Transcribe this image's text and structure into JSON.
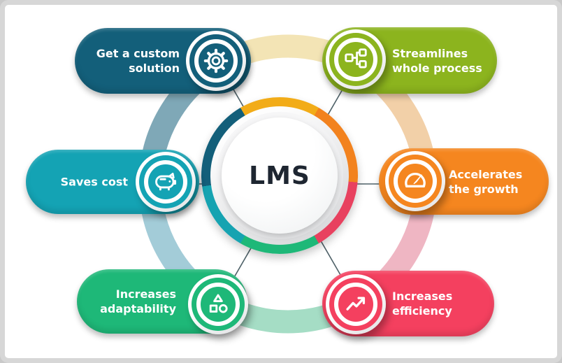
{
  "frame": {
    "background": "#ffffff",
    "border_color": "#d7d7d7"
  },
  "center": {
    "label": "LMS",
    "text_color": "#1e2631"
  },
  "ring_segments": [
    {
      "name": "gold",
      "color": "#f2ac18"
    },
    {
      "name": "orange",
      "color": "#f2821e"
    },
    {
      "name": "red",
      "color": "#e8415f"
    },
    {
      "name": "green",
      "color": "#1eb878"
    },
    {
      "name": "teal",
      "color": "#16a3b1"
    },
    {
      "name": "dark-teal",
      "color": "#135f7a"
    }
  ],
  "connectors": [
    {
      "position": "top",
      "color": "#f3e4b5"
    },
    {
      "position": "upper-right",
      "color": "#f2d0a8"
    },
    {
      "position": "lower-right",
      "color": "#efb6c3"
    },
    {
      "position": "bottom",
      "color": "#a5ddc5"
    },
    {
      "position": "lower-left",
      "color": "#a3ccd8"
    },
    {
      "position": "upper-left",
      "color": "#7fa8b7"
    }
  ],
  "items": [
    {
      "label": "Get a custom solution",
      "color": "#135f7a",
      "icon": "gear-icon",
      "position": "top-left"
    },
    {
      "label": "Streamlines whole process",
      "color": "#8cb41e",
      "icon": "flowchart-icon",
      "position": "top-right"
    },
    {
      "label": "Saves cost",
      "color": "#14a3b4",
      "icon": "piggy-bank-icon",
      "position": "middle-left"
    },
    {
      "label": "Accelerates the growth",
      "color": "#f5861f",
      "icon": "speedometer-icon",
      "position": "middle-right"
    },
    {
      "label": "Increases adaptability",
      "color": "#1eb878",
      "icon": "shapes-icon",
      "position": "bottom-left"
    },
    {
      "label": "Increases efficiency",
      "color": "#f4405f",
      "icon": "trend-up-icon",
      "position": "bottom-right"
    }
  ]
}
